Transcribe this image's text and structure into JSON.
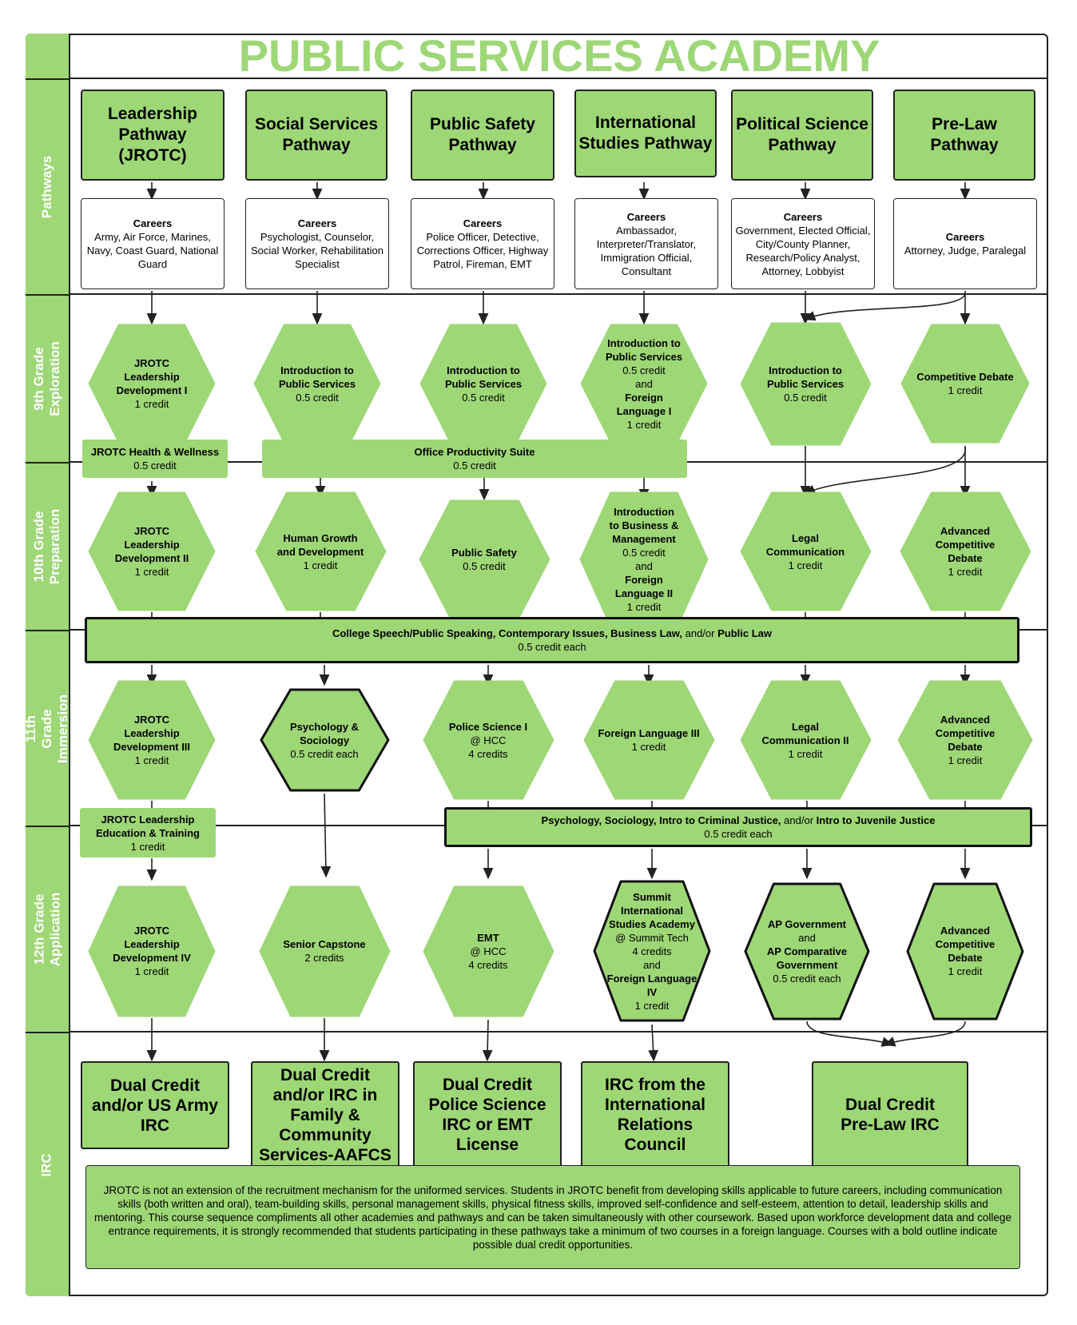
{
  "title": "PUBLIC SERVICES ACADEMY",
  "rows": [
    "Pathways",
    "9th Grade\nExploration",
    "10th Grade\nPreparation",
    "11th Grade\nImmersion",
    "12th Grade\nApplication",
    "IRC"
  ],
  "pathways": [
    {
      "name": "Leadership\nPathway\n(JROTC)",
      "careers_title": "Careers",
      "careers": "Army, Air Force, Marines, Navy, Coast Guard, National Guard"
    },
    {
      "name": "Social Services\nPathway",
      "careers_title": "Careers",
      "careers": "Psychologist, Counselor, Social Worker, Rehabilitation Specialist"
    },
    {
      "name": "Public Safety\nPathway",
      "careers_title": "Careers",
      "careers": "Police Officer, Detective, Corrections Officer, Highway Patrol, Fireman, EMT"
    },
    {
      "name": "International\nStudies Pathway",
      "careers_title": "Careers",
      "careers": "Ambassador, Interpreter/Translator, Immigration Official, Consultant"
    },
    {
      "name": "Political Science\nPathway",
      "careers_title": "Careers",
      "careers": "Government, Elected Official, City/County Planner, Research/Policy Analyst, Attorney, Lobbyist"
    },
    {
      "name": "Pre-Law\nPathway",
      "careers_title": "Careers",
      "careers": "Attorney, Judge, Paralegal"
    }
  ],
  "grade9": [
    [
      {
        "t": "JROTC",
        "b": true
      },
      {
        "t": "Leadership",
        "b": true
      },
      {
        "t": "Development I",
        "b": true
      },
      {
        "t": "1 credit",
        "b": false
      }
    ],
    [
      {
        "t": "Introduction to",
        "b": true
      },
      {
        "t": "Public Services",
        "b": true
      },
      {
        "t": "0.5 credit",
        "b": false
      }
    ],
    [
      {
        "t": "Introduction to",
        "b": true
      },
      {
        "t": "Public Services",
        "b": true
      },
      {
        "t": "0.5 credit",
        "b": false
      }
    ],
    [
      {
        "t": "Introduction to",
        "b": true
      },
      {
        "t": "Public Services",
        "b": true
      },
      {
        "t": "0.5 credit",
        "b": false
      },
      {
        "t": "and",
        "b": false
      },
      {
        "t": "Foreign",
        "b": true
      },
      {
        "t": "Language I",
        "b": true
      },
      {
        "t": "1 credit",
        "b": false
      }
    ],
    [
      {
        "t": "Introduction to",
        "b": true
      },
      {
        "t": "Public Services",
        "b": true
      },
      {
        "t": "0.5 credit",
        "b": false
      }
    ],
    [
      {
        "t": "Competitive Debate",
        "b": true
      },
      {
        "t": "1 credit",
        "b": false
      }
    ]
  ],
  "grade9_bars": [
    {
      "title": "JROTC Health & Wellness",
      "credit": "0.5 credit"
    },
    {
      "title": "Office Productivity Suite",
      "credit": "0.5 credit"
    }
  ],
  "grade10": [
    [
      {
        "t": "JROTC",
        "b": true
      },
      {
        "t": "Leadership",
        "b": true
      },
      {
        "t": "Development II",
        "b": true
      },
      {
        "t": "1 credit",
        "b": false
      }
    ],
    [
      {
        "t": "Human Growth",
        "b": true
      },
      {
        "t": "and Development",
        "b": true
      },
      {
        "t": "1 credit",
        "b": false
      }
    ],
    [
      {
        "t": "Public Safety",
        "b": true
      },
      {
        "t": "0.5 credit",
        "b": false
      }
    ],
    [
      {
        "t": "Introduction",
        "b": true
      },
      {
        "t": "to Business &",
        "b": true
      },
      {
        "t": "Management",
        "b": true
      },
      {
        "t": "0.5 credit",
        "b": false
      },
      {
        "t": "and",
        "b": false
      },
      {
        "t": "Foreign",
        "b": true
      },
      {
        "t": "Language II",
        "b": true
      },
      {
        "t": "1 credit",
        "b": false
      }
    ],
    [
      {
        "t": "Legal",
        "b": true
      },
      {
        "t": "Communication",
        "b": true
      },
      {
        "t": "1 credit",
        "b": false
      }
    ],
    [
      {
        "t": "Advanced",
        "b": true
      },
      {
        "t": "Competitive",
        "b": true
      },
      {
        "t": "Debate",
        "b": true
      },
      {
        "t": "1 credit",
        "b": false
      }
    ]
  ],
  "speech_bar": {
    "parts": [
      {
        "t": "College Speech/Public Speaking, Contemporary Issues, Business Law,",
        "b": true
      },
      {
        "t": " and/or ",
        "b": false
      },
      {
        "t": "Public Law",
        "b": true
      }
    ],
    "credit": "0.5 credit each"
  },
  "grade11": [
    [
      {
        "t": "JROTC",
        "b": true
      },
      {
        "t": "Leadership",
        "b": true
      },
      {
        "t": "Development III",
        "b": true
      },
      {
        "t": "1 credit",
        "b": false
      }
    ],
    [
      {
        "t": "Psychology &",
        "b": true
      },
      {
        "t": "Sociology",
        "b": true
      },
      {
        "t": "0.5 credit each",
        "b": false
      }
    ],
    [
      {
        "t": "Police Science I",
        "b": true
      },
      {
        "t": "@ HCC",
        "b": false
      },
      {
        "t": "4 credits",
        "b": false
      }
    ],
    [
      {
        "t": "Foreign Language III",
        "b": true
      },
      {
        "t": "1 credit",
        "b": false
      }
    ],
    [
      {
        "t": "Legal",
        "b": true
      },
      {
        "t": "Communication  II",
        "b": true
      },
      {
        "t": "1 credit",
        "b": false
      }
    ],
    [
      {
        "t": "Advanced",
        "b": true
      },
      {
        "t": "Competitive",
        "b": true
      },
      {
        "t": "Debate",
        "b": true
      },
      {
        "t": "1 credit",
        "b": false
      }
    ]
  ],
  "grade11_bars": {
    "jrotc": {
      "title": "JROTC Leadership\nEducation & Training",
      "credit": "1 credit"
    },
    "psych": {
      "parts": [
        {
          "t": "Psychology, Sociology, Intro to Criminal Justice,",
          "b": true
        },
        {
          "t": " and/or ",
          "b": false
        },
        {
          "t": "Intro to Juvenile Justice",
          "b": true
        }
      ],
      "credit": "0.5 credit each"
    }
  },
  "grade12": [
    [
      {
        "t": "JROTC",
        "b": true
      },
      {
        "t": "Leadership",
        "b": true
      },
      {
        "t": "Development IV",
        "b": true
      },
      {
        "t": "1 credit",
        "b": false
      }
    ],
    [
      {
        "t": "Senior Capstone",
        "b": true
      },
      {
        "t": "2 credits",
        "b": false
      }
    ],
    [
      {
        "t": "EMT",
        "b": true
      },
      {
        "t": "@ HCC",
        "b": false
      },
      {
        "t": "4 credits",
        "b": false
      }
    ],
    [
      {
        "t": "Summit",
        "b": true
      },
      {
        "t": "International",
        "b": true
      },
      {
        "t": "Studies Academy",
        "b": true
      },
      {
        "t": "@ Summit Tech",
        "b": false
      },
      {
        "t": "4 credits",
        "b": false
      },
      {
        "t": "and",
        "b": false
      },
      {
        "t": "Foreign Language",
        "b": true
      },
      {
        "t": "IV",
        "b": true
      },
      {
        "t": "1 credit",
        "b": false
      }
    ],
    [
      {
        "t": "AP Government",
        "b": true
      },
      {
        "t": "and",
        "b": false
      },
      {
        "t": "AP Comparative",
        "b": true
      },
      {
        "t": "Government",
        "b": true
      },
      {
        "t": "0.5 credit each",
        "b": false
      }
    ],
    [
      {
        "t": "Advanced",
        "b": true
      },
      {
        "t": "Competitive",
        "b": true
      },
      {
        "t": "Debate",
        "b": true
      },
      {
        "t": "1 credit",
        "b": false
      }
    ]
  ],
  "irc": [
    "Dual Credit\nand/or US Army\nIRC",
    "Dual Credit\nand/or IRC in\nFamily &\nCommunity\nServices-AAFCS",
    "Dual Credit\nPolice Science\nIRC or EMT\nLicense",
    "IRC from the\nInternational\nRelations\nCouncil",
    "Dual Credit\nPre-Law IRC"
  ],
  "note": "JROTC is not an extension of the recruitment mechanism for the uniformed services. Students in JROTC benefit from developing skills applicable to future careers, including communication skills (both written and oral), team-building skills, personal management skills, physical fitness skills, improved self-confidence and self-esteem, attention to detail, leadership skills and mentoring. This course sequence compliments all other academies and pathways and can be taken simultaneously with other coursework. Based upon workforce development data and college entrance requirements, it is strongly recommended that students participating in these pathways take a minimum of two courses in a foreign language. Courses with a bold outline indicate possible dual credit opportunities.",
  "colors": {
    "green": "#9ed776",
    "title_green": "#9ed776",
    "outline": "#222222"
  }
}
